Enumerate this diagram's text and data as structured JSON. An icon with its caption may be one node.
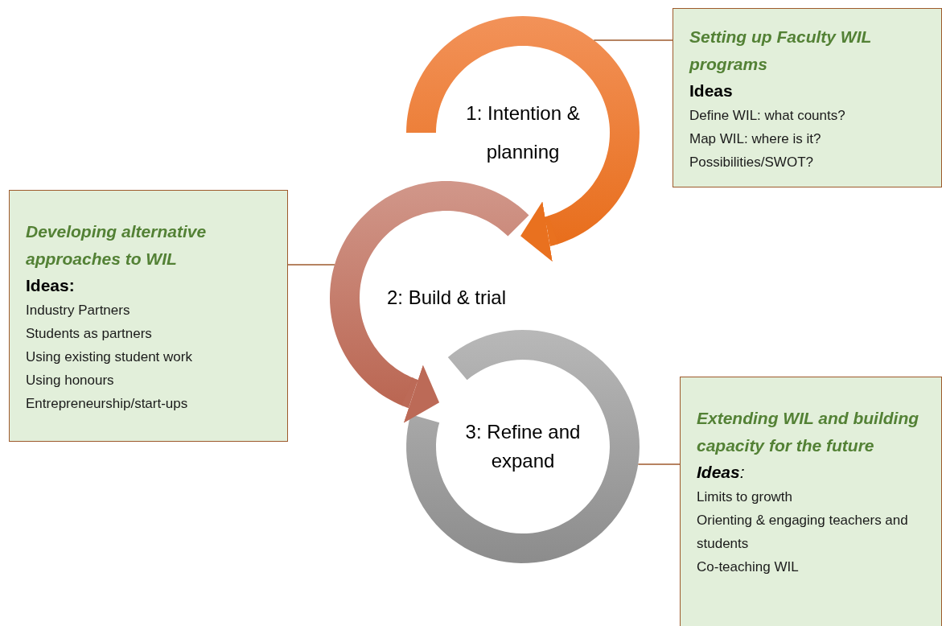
{
  "diagram": {
    "nodes": [
      {
        "text": [
          "1: Intention & planning"
        ]
      },
      {
        "text": [
          "2: Build & trial"
        ]
      },
      {
        "text": [
          "3: Refine and expand"
        ]
      },
      {
        "text": [
          "Setting up Faculty WIL programs",
          "Ideas",
          "Define WIL: what counts?",
          "Map WIL: where is it?",
          "Possibilities/SWOT?"
        ]
      },
      {
        "text": [
          "Developing alternative approaches to WIL",
          "Ideas:",
          "Industry Partners",
          "Students as partners",
          "Using existing student work",
          "Using honours",
          "Entrepreneurship/start-ups"
        ]
      },
      {
        "text": [
          "Extending WIL and building capacity for the future",
          "**Ideas**:",
          "Limits to growth",
          "Orienting & engaging teachers and students",
          "Co-teaching WIL"
        ]
      }
    ],
    "edges": [
      {
        "from": 0,
        "to": 1,
        "arrow": "to",
        "style": "thick",
        "color": "#e9711f"
      },
      {
        "from": 1,
        "to": 2,
        "arrow": "to",
        "style": "thick",
        "color": "#bc6a57"
      },
      {
        "from": 3,
        "to": 0,
        "arrow": "none"
      },
      {
        "from": 4,
        "to": 1,
        "arrow": "none"
      },
      {
        "from": 5,
        "to": 2,
        "arrow": "none"
      }
    ]
  }
}
